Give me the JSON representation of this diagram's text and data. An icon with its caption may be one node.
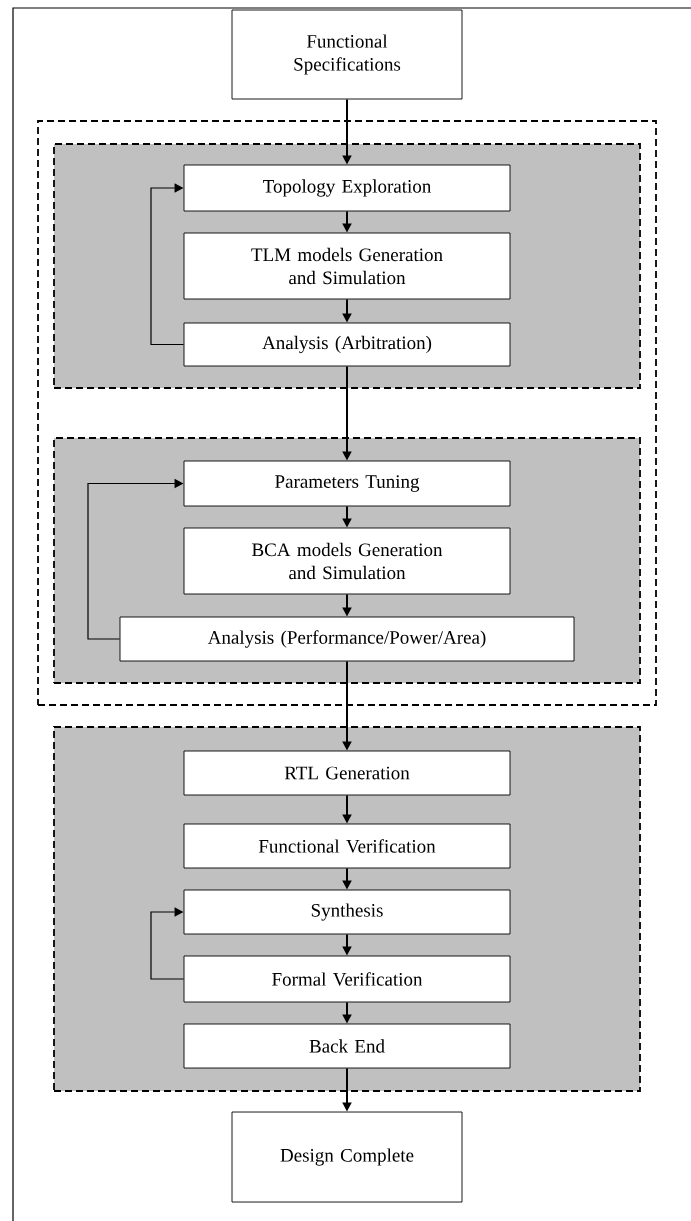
{
  "diagram": {
    "nodes": [
      {
        "text": [
          "Functional Specifications"
        ]
      },
      {
        "text": [],
        "shape": "box"
      },
      {
        "text": [],
        "shape": "box",
        "in": 1
      },
      {
        "text": [
          "Topology Exploration"
        ],
        "in": 2
      },
      {
        "text": [
          "TLM models Generation and Simulation"
        ],
        "in": 2
      },
      {
        "text": [
          "Analysis (Arbitration)"
        ],
        "in": 2
      },
      {
        "text": [],
        "shape": "box",
        "in": 1
      },
      {
        "text": [
          "Parameters Tuning"
        ],
        "in": 6
      },
      {
        "text": [
          "BCA models Generation and Simulation"
        ],
        "in": 6
      },
      {
        "text": [
          "Analysis (Performance/Power/Area)"
        ],
        "in": 6
      },
      {
        "text": [],
        "shape": "box"
      },
      {
        "text": [
          "RTL Generation"
        ],
        "in": 10
      },
      {
        "text": [
          "Functional Verification"
        ],
        "in": 10
      },
      {
        "text": [
          "Synthesis"
        ],
        "in": 10
      },
      {
        "text": [
          "Formal Verification"
        ],
        "in": 10
      },
      {
        "text": [
          "Back End"
        ],
        "in": 10
      },
      {
        "text": [
          "Design Complete"
        ]
      }
    ],
    "edges": [
      {
        "from": 0,
        "to": 3,
        "arrow": "to"
      },
      {
        "from": 3,
        "to": 4,
        "arrow": "to"
      },
      {
        "from": 4,
        "to": 5,
        "arrow": "to"
      },
      {
        "from": 5,
        "to": 3,
        "arrow": "to"
      },
      {
        "from": 5,
        "to": 7,
        "arrow": "to"
      },
      {
        "from": 7,
        "to": 8,
        "arrow": "to"
      },
      {
        "from": 8,
        "to": 9,
        "arrow": "to"
      },
      {
        "from": 9,
        "to": 7,
        "arrow": "to"
      },
      {
        "from": 9,
        "to": 11,
        "arrow": "to"
      },
      {
        "from": 11,
        "to": 12,
        "arrow": "to"
      },
      {
        "from": 12,
        "to": 13,
        "arrow": "to"
      },
      {
        "from": 13,
        "to": 14,
        "arrow": "to"
      },
      {
        "from": 14,
        "to": 13,
        "arrow": "to"
      },
      {
        "from": 14,
        "to": 15,
        "arrow": "to"
      },
      {
        "from": 15,
        "to": 16,
        "arrow": "to"
      }
    ]
  }
}
